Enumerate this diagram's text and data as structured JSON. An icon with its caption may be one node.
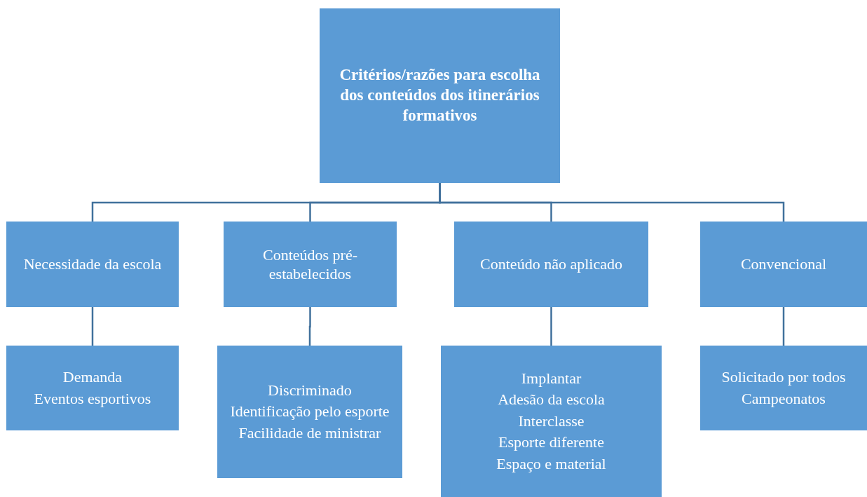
{
  "diagram": {
    "nodes": [
      {
        "text": [
          "Critérios/razões para escolha dos conteúdos dos itinerários formativos"
        ]
      },
      {
        "text": [
          "Necessidade da escola"
        ]
      },
      {
        "text": [
          "Conteúdos pré-estabelecidos"
        ]
      },
      {
        "text": [
          "Conteúdo não aplicado"
        ]
      },
      {
        "text": [
          "Convencional"
        ]
      },
      {
        "text": [
          "Demanda",
          "Eventos esportivos"
        ]
      },
      {
        "text": [
          "Discriminado",
          "Identificação pelo esporte",
          "Facilidade de ministrar"
        ]
      },
      {
        "text": [
          "Implantar",
          "Adesão da escola",
          "Interclasse",
          "Esporte diferente",
          "Espaço e material"
        ]
      },
      {
        "text": [
          "Solicitado por todos",
          "Campeonatos"
        ]
      }
    ],
    "edges": [
      {
        "from": 0,
        "to": 1,
        "arrow": "none"
      },
      {
        "from": 0,
        "to": 2,
        "arrow": "none"
      },
      {
        "from": 0,
        "to": 3,
        "arrow": "none"
      },
      {
        "from": 0,
        "to": 4,
        "arrow": "none"
      },
      {
        "from": 1,
        "to": 5,
        "arrow": "none"
      },
      {
        "from": 2,
        "to": 6,
        "arrow": "none"
      },
      {
        "from": 3,
        "to": 7,
        "arrow": "none"
      },
      {
        "from": 4,
        "to": 8,
        "arrow": "none"
      }
    ]
  }
}
